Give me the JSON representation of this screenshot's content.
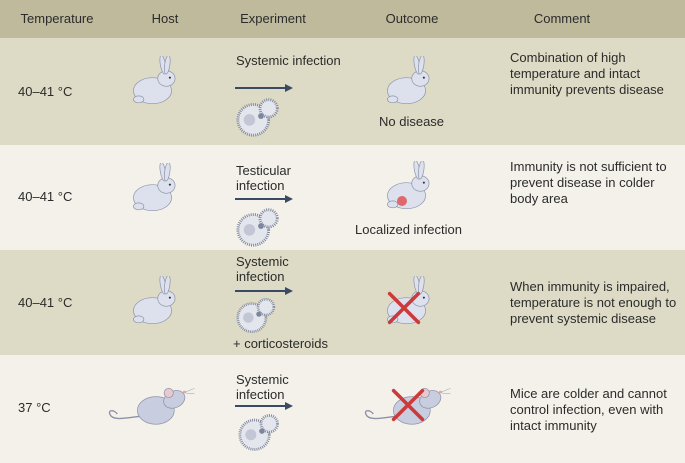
{
  "headers": [
    "Temperature",
    "Host",
    "Experiment",
    "Outcome",
    "Comment"
  ],
  "rows": [
    {
      "temperature": "40–41 °C",
      "host": "rabbit",
      "experiment": "Systemic infection",
      "extra": "",
      "outcome": "No disease",
      "outcome_icon": "rabbit",
      "comment": "Combination of high temperature and intact immunity prevents disease"
    },
    {
      "temperature": "40–41 °C",
      "host": "rabbit",
      "experiment": "Testicular infection",
      "extra": "",
      "outcome": "Localized infection",
      "outcome_icon": "rabbit-localized",
      "comment": "Immunity is not sufficient to prevent disease in colder body area"
    },
    {
      "temperature": "40–41 °C",
      "host": "rabbit",
      "experiment": "Systemic infection",
      "extra": "+ corticosteroids",
      "outcome": "",
      "outcome_icon": "rabbit-crossed",
      "comment": "When immunity is impaired, temperature is not enough to prevent systemic disease"
    },
    {
      "temperature": "37 °C",
      "host": "mouse",
      "experiment": "Systemic infection",
      "extra": "",
      "outcome": "",
      "outcome_icon": "mouse-crossed",
      "comment": "Mice are colder and cannot control infection, even with intact immunity"
    }
  ],
  "colors": {
    "header": "#bfba9c",
    "row_dark": "#dddbc5",
    "row_light": "#f3f1ea",
    "arrow": "#3b4a63",
    "cross": "#cc3b3b",
    "animal": "#dde1ee"
  }
}
